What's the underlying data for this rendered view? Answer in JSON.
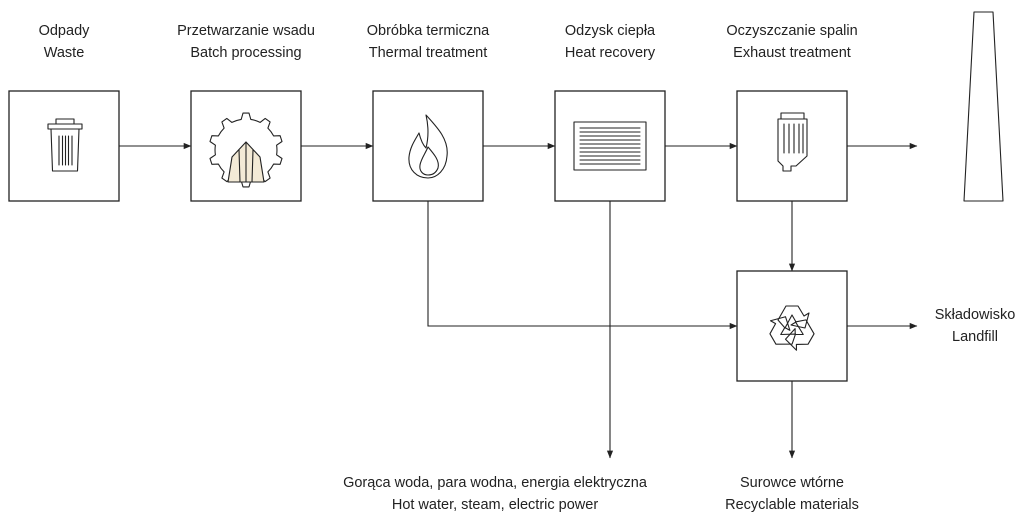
{
  "stages": [
    {
      "pl": "Odpady",
      "en": "Waste",
      "icon": "trash-bin-icon"
    },
    {
      "pl": "Przetwarzanie wsadu",
      "en": "Batch processing",
      "icon": "gear-batch-icon"
    },
    {
      "pl": "Obróbka termiczna",
      "en": "Thermal treatment",
      "icon": "flame-icon"
    },
    {
      "pl": "Odzysk ciepła",
      "en": "Heat recovery",
      "icon": "heat-exchanger-icon"
    },
    {
      "pl": "Oczyszczanie spalin",
      "en": "Exhaust treatment",
      "icon": "filter-unit-icon"
    }
  ],
  "recycling": {
    "icon": "recycle-icon"
  },
  "outputs": {
    "landfill": {
      "pl": "Składowisko",
      "en": "Landfill"
    },
    "energy": {
      "pl": "Gorąca woda, para wodna, energia elektryczna",
      "en": "Hot water, steam, electric power"
    },
    "recyclables": {
      "pl": "Surowce wtórne",
      "en": "Recyclable materials"
    }
  },
  "stack": {
    "icon": "chimney-stack-icon"
  },
  "colors": {
    "line": "#222222",
    "fill_beige": "#f3ead6",
    "background": "#ffffff"
  }
}
